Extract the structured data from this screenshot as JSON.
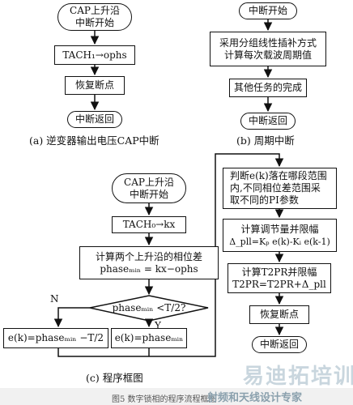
{
  "diagram_a": {
    "start": [
      "CAP上升沿",
      "中断开始"
    ],
    "step1": "TACH₁→ophs",
    "step2": "恢复断点",
    "end": "中断返回",
    "caption": "(a) 逆变器输出电压CAP中断"
  },
  "diagram_b": {
    "start": "中断开始",
    "step1": [
      "采用分组线性插补方式",
      "计算每次载波周期值"
    ],
    "step2": "其他任务的完成",
    "end": "中断返回",
    "caption": "(b) 周期中断"
  },
  "diagram_c": {
    "start": [
      "CAP上升沿",
      "中断开始"
    ],
    "step1": "TACH₀→kx",
    "step2": [
      "计算两个上升沿的相位差",
      "phaseₘᵢₙ = kx−ophs"
    ],
    "decision": "phaseₘᵢₙ <T/2?",
    "label_n": "N",
    "label_y": "Y",
    "branch_n": "e(k)=phaseₘᵢₙ −T/2",
    "branch_y": "e(k)=phaseₘᵢₙ",
    "right_step1": [
      "判断e(k)落在哪段范围",
      "内,不同相位差范围采",
      "取不同的PI参数"
    ],
    "right_step2": [
      "计算调节量并限幅",
      "Δ_pll=Kₚ e(k)-Kᵢ e(k-1)"
    ],
    "right_step3": [
      "计算T2PR并限幅",
      "T2PR=T2PR+Δ_pll"
    ],
    "right_step4": "恢复断点",
    "right_end": "中断返回",
    "caption": "(c) 程序框图"
  },
  "figure_caption": "图5 数字锁相的程序流程框图",
  "watermark": {
    "line1": "易迪拓培训",
    "line2": "射频和天线设计专家"
  }
}
